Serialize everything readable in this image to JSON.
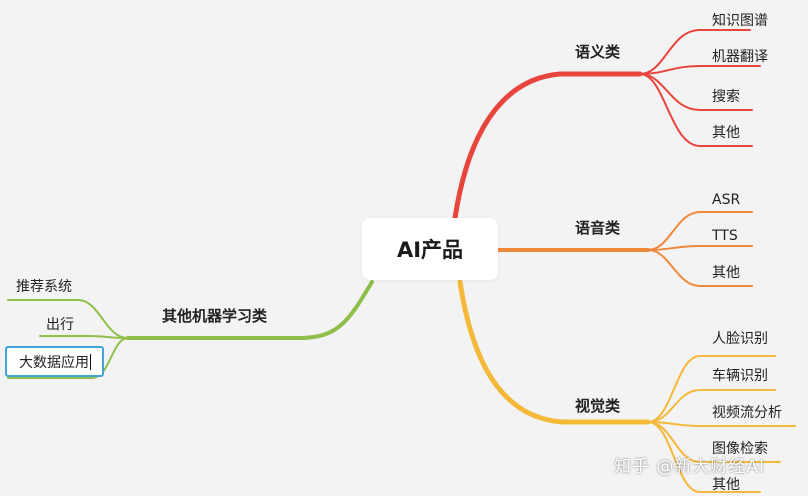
{
  "center": {
    "label": "AI产品"
  },
  "branches": {
    "semantic": {
      "label": "语义类",
      "color": "#e8453c",
      "items": [
        "知识图谱",
        "机器翻译",
        "搜索",
        "其他"
      ]
    },
    "speech": {
      "label": "语音类",
      "color": "#f0883a",
      "items": [
        "ASR",
        "TTS",
        "其他"
      ]
    },
    "vision": {
      "label": "视觉类",
      "color": "#f5b93a",
      "items": [
        "人脸识别",
        "车辆识别",
        "视频流分析",
        "图像检索",
        "其他"
      ]
    },
    "ml": {
      "label": "其他机器学习类",
      "color": "#8fbf4a",
      "items": [
        "推荐系统",
        "出行",
        "大数据应用"
      ]
    }
  },
  "watermark": "知乎 @新大财经AI"
}
